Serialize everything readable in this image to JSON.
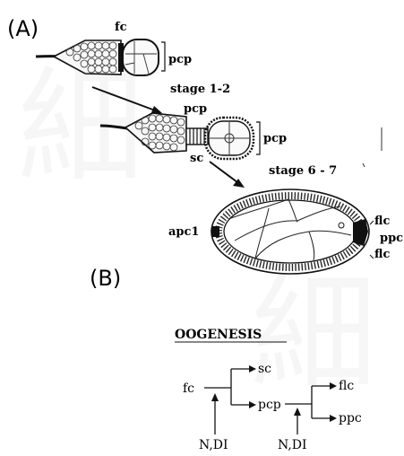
{
  "panel_a": "(A)",
  "panel_b": "(B)",
  "labels": {
    "fc": "fc",
    "pcp1": "pcp",
    "stage12": "stage 1-2",
    "pcp_top": "pcp",
    "pcp2": "pcp",
    "sc": "sc",
    "stage67": "stage 6 - 7",
    "apc1": "apc1",
    "flc_top": "flc",
    "ppc": "ppc",
    "flc_bottom": "flc"
  },
  "scheme": {
    "title": "OOGENESIS",
    "fc": "fc",
    "sc": "sc",
    "pcp": "pcp",
    "flc": "flc",
    "ppc": "ppc",
    "signal1": "N,DI",
    "signal2": "N,DI"
  }
}
